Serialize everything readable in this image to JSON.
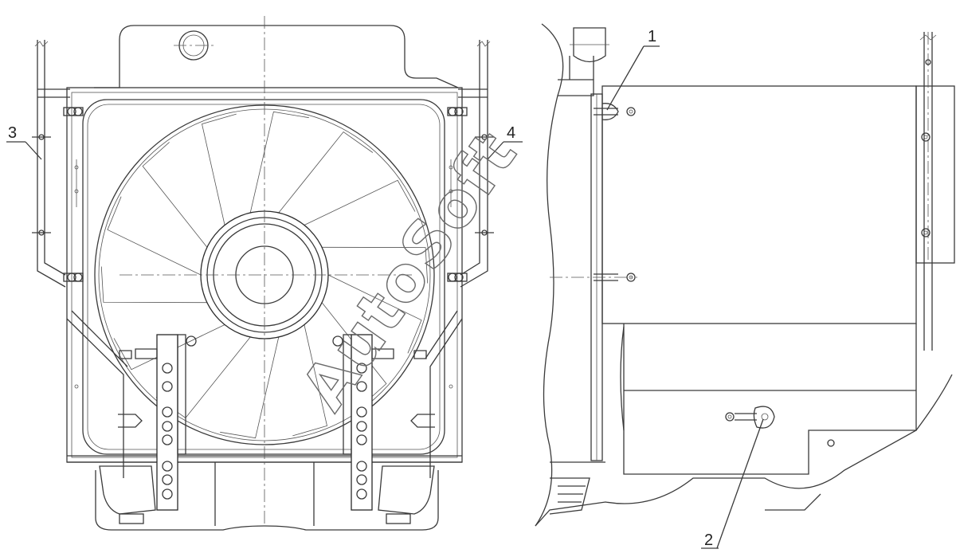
{
  "callouts": [
    {
      "label": "1"
    },
    {
      "label": "2"
    },
    {
      "label": "3"
    },
    {
      "label": "4"
    }
  ],
  "watermark": "AutoSoft"
}
